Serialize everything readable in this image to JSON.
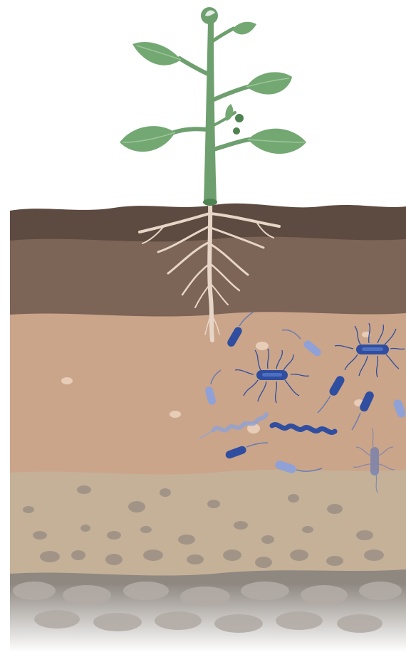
{
  "scene": {
    "subject": "plant-with-roots-and-soil-bacteria",
    "layers": [
      "topsoil-dark",
      "topsoil-mid",
      "subsoil-tan",
      "gravel-layer",
      "bedrock-gray"
    ],
    "organisms": [
      "rod-bacteria",
      "flagellated-bacteria",
      "spirochete-bacteria"
    ]
  },
  "colors": {
    "background": "#ffffff",
    "stem": "#6e9f6f",
    "stem_dark": "#4f8352",
    "leaf": "#74a873",
    "leaf_vein": "#9cc59a",
    "root": "#e7d6c7",
    "soil_top": "#5d4a40",
    "soil_mid": "#7c6457",
    "soil_tan": "#caa58a",
    "soil_gravel": "#c4b198",
    "soil_bottom": "#8f8881",
    "bacteria_dark": "#2f4ea0",
    "bacteria_mid": "#4f6fc0",
    "bacteria_light": "#8fa1d6",
    "pebble": "#9c8f85"
  }
}
